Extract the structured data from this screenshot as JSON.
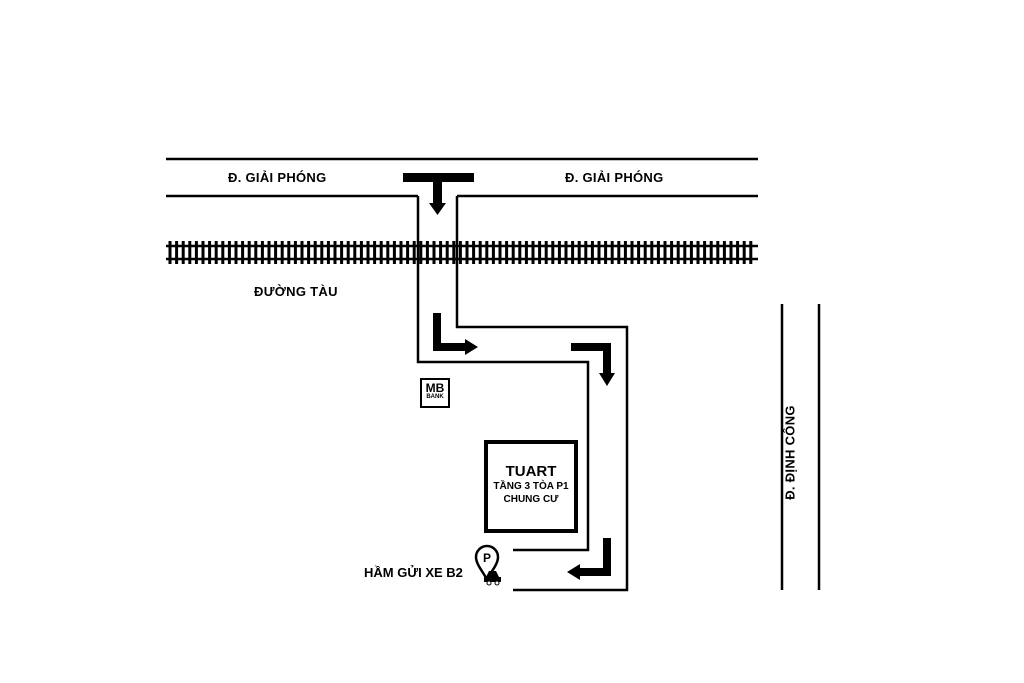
{
  "roads": {
    "giai_phong_left": "Đ. GIẢI PHÓNG",
    "giai_phong_right": "Đ. GIẢI PHÓNG",
    "railway": "ĐƯỜNG TÀU",
    "dinh_cong": "Đ. ĐỊNH CÔNG"
  },
  "landmarks": {
    "mb_bank_line1": "MB",
    "mb_bank_line2": "BANK"
  },
  "destination": {
    "title": "TUART",
    "line1": "TẦNG 3 TÒA P1",
    "line2": "CHUNG CƯ"
  },
  "parking": {
    "label": "HẦM GỬI XE B2",
    "icon_letter": "P",
    "icon": "parking-pin-icon"
  },
  "colors": {
    "ink": "#000000",
    "background": "#ffffff"
  }
}
